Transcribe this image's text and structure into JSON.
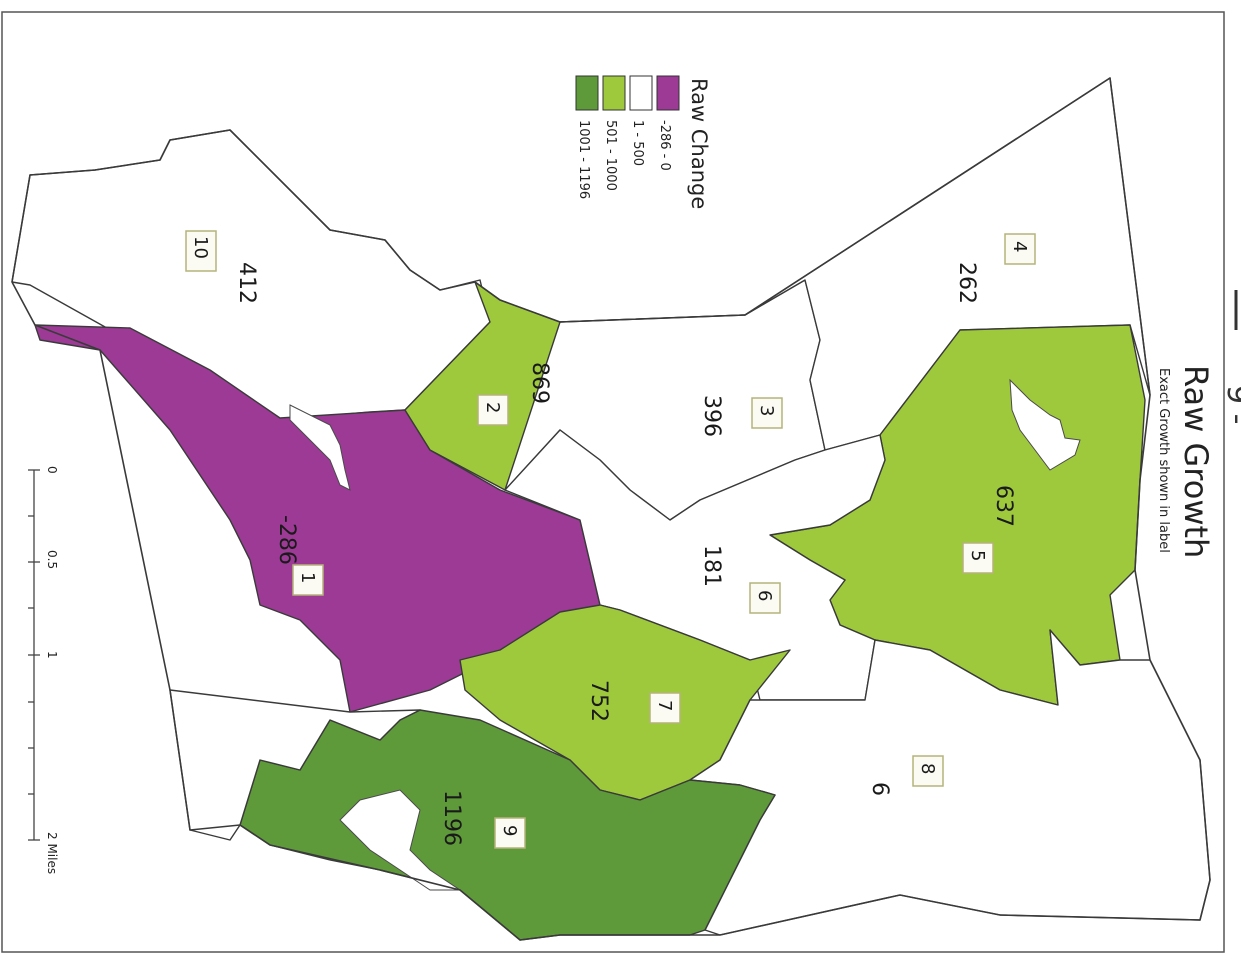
{
  "title": "Raw Growth",
  "subtitle": "Exact Growth shown in label",
  "legend": {
    "title": "Raw Change",
    "items": [
      {
        "range": "-286 - 0",
        "color": "#9c3a96"
      },
      {
        "range": "1 - 500",
        "color": "#ffffff"
      },
      {
        "range": "501 - 1000",
        "color": "#9fc93c"
      },
      {
        "range": "1001 - 1196",
        "color": "#5f9a3a"
      }
    ]
  },
  "scale_bar": {
    "ticks": [
      "0",
      "0.5",
      "1",
      "2 Miles"
    ]
  },
  "districts": [
    {
      "id": "1",
      "growth": "-286",
      "color": "#9c3a96"
    },
    {
      "id": "2",
      "growth": "869",
      "color": "#9fc93c"
    },
    {
      "id": "3",
      "growth": "396",
      "color": "#ffffff"
    },
    {
      "id": "4",
      "growth": "262",
      "color": "#ffffff"
    },
    {
      "id": "5",
      "growth": "637",
      "color": "#9fc93c"
    },
    {
      "id": "6",
      "growth": "181",
      "color": "#ffffff"
    },
    {
      "id": "7",
      "growth": "752",
      "color": "#9fc93c"
    },
    {
      "id": "8",
      "growth": "6",
      "color": "#ffffff"
    },
    {
      "id": "9",
      "growth": "1196",
      "color": "#5f9a3a"
    },
    {
      "id": "10",
      "growth": "412",
      "color": "#ffffff"
    }
  ]
}
